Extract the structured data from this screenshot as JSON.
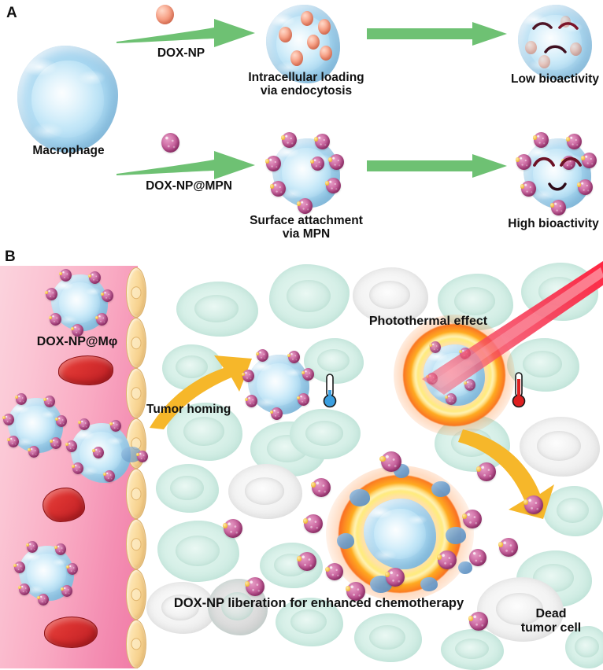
{
  "figure": {
    "panels": [
      {
        "id": "A",
        "letter": "A"
      },
      {
        "id": "B",
        "letter": "B"
      }
    ]
  },
  "panel_a": {
    "letter": "A",
    "source_cell_label": "Macrophage",
    "rows": [
      {
        "id": "endocytosis-row",
        "arrow_label": "DOX-NP",
        "particle": "salmon-nanoparticle",
        "middle_label": "Intracellular loading\nvia endocytosis",
        "outcome_label": "Low bioactivity",
        "outcome_face": "sad"
      },
      {
        "id": "mpn-row",
        "arrow_label": "DOX-NP@MPN",
        "particle": "magenta-mpn-nanoparticle",
        "middle_label": "Surface attachment\nvia MPN",
        "outcome_label": "High bioactivity",
        "outcome_face": "happy"
      }
    ]
  },
  "panel_b": {
    "letter": "B",
    "vessel_label": "DOX-NP@Mφ",
    "homing_label": "Tumor homing",
    "photothermal_label": "Photothermal effect",
    "liberation_label": "DOX-NP liberation for enhanced chemotherapy",
    "dead_cell_label": "Dead\ntumor cell"
  },
  "colors": {
    "arrow_green": "#6ec173",
    "arrow_gold": "#f6b72a",
    "vessel_pink": "#f48fb3",
    "endothelium_tan": "#f7d391",
    "rbc_red": "#cf2a2c",
    "tumor_mint": "#d4efe5",
    "dead_gray": "#ededed",
    "macrophage_blue": "#a6d6f0",
    "dox_np_salmon": "#f08b6c",
    "mpn_magenta": "#c05d9a",
    "laser_red": "#ef2b44",
    "flame_orange": "#f8601c",
    "text_black": "#111111"
  }
}
